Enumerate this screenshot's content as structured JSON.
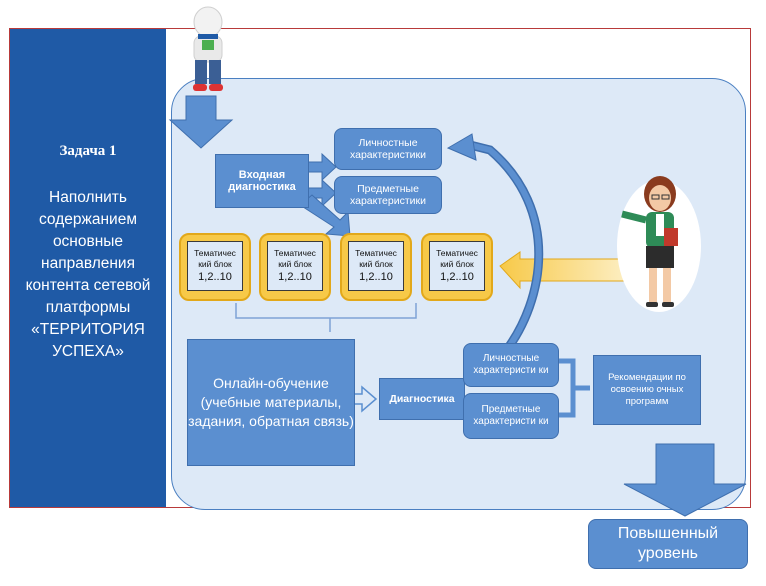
{
  "sidebar": {
    "task_title": "Задача 1",
    "task_text": "Наполнить содержанием основные направления контента сетевой платформы «ТЕРРИТОРИЯ УСПЕХА»"
  },
  "diagram": {
    "input_diag": "Входная диагностика",
    "personal_top": "Личностные характеристики",
    "subject_top": "Предметные характеристики",
    "blocks": [
      {
        "label": "Тематичес кий блок",
        "nums": "1,2..10"
      },
      {
        "label": "Тематичес кий блок",
        "nums": "1,2..10"
      },
      {
        "label": "Тематичес кий блок",
        "nums": "1,2..10"
      },
      {
        "label": "Тематичес кий блок",
        "nums": "1,2..10"
      }
    ],
    "online": "Онлайн-обучение (учебные материалы, задания, обратная связь)",
    "diag": "Диагностика",
    "personal_bottom": "Личностные характеристи ки",
    "subject_bottom": "Предметные характеристи ки",
    "recommend": "Рекомендации по освоению очных программ",
    "advanced": "Повышенный уровень"
  },
  "colors": {
    "sidebar": "#1f5aa6",
    "panel": "#dde9f7",
    "box": "#5b8fd0",
    "block_border": "#f7c948",
    "frame": "#b83a3a"
  },
  "icons": {
    "student": "student-figure-icon",
    "teacher": "teacher-figure-icon"
  }
}
